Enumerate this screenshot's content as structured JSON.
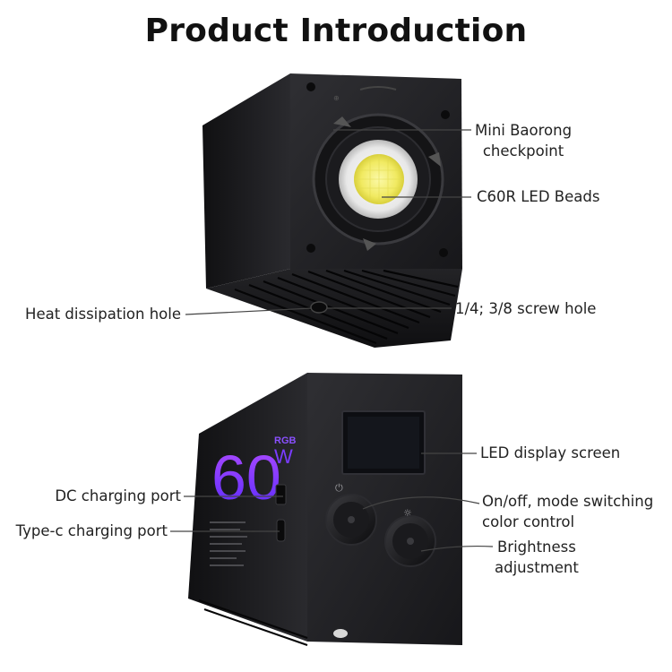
{
  "title": "Product Introduction",
  "top_view": {
    "callouts": {
      "mount": [
        "Mini Baorong",
        "checkpoint"
      ],
      "led_beads": "C60R LED Beads",
      "heat_hole": "Heat dissipation hole",
      "screw_hole": "1/4; 3/8 screw hole"
    }
  },
  "bottom_view": {
    "badge": {
      "watts": "60",
      "rgb": "RGB",
      "unit": "W"
    },
    "callouts": {
      "display": "LED display screen",
      "dc_port": "DC charging port",
      "typec_port": "Type-c charging port",
      "onoff": [
        "On/off, mode switching",
        "color control"
      ],
      "brightness": [
        "Brightness",
        "adjustment"
      ]
    }
  },
  "colors": {
    "body": "#1e1e20",
    "accent_purple": "#7a3cff",
    "led_yellow": "#f4f07a"
  }
}
